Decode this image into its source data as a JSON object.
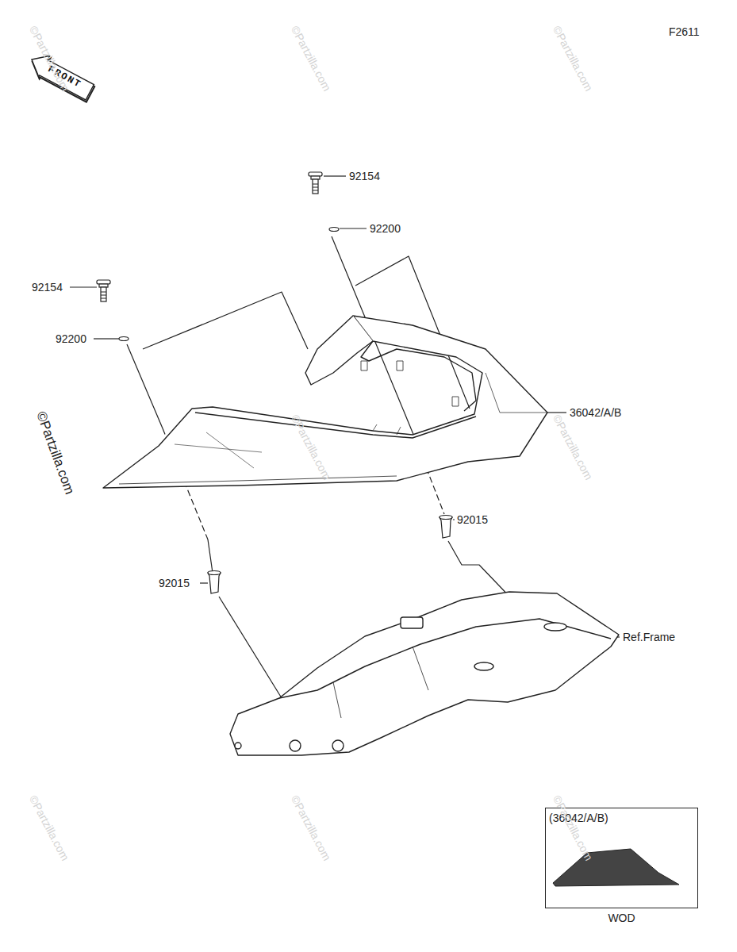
{
  "diagram": {
    "nodes": [
      {
        "text": [
          "FRONT"
        ]
      },
      {
        "text": [
          "(36042/A/B)",
          "WOD"
        ]
      }
    ],
    "labels": [
      "F2611",
      "92154",
      "92200",
      "92154",
      "92200",
      "36042/A/B",
      "92015",
      "92015",
      "Ref.Frame",
      "©Partzilla.com",
      "©Partzilla.com",
      "©Partzilla.com",
      "©Partzilla.com",
      "©Partzilla.com",
      "©Partzilla.com",
      "©Partzilla.com",
      "©Partzilla.com",
      "©Partzilla.com"
    ]
  }
}
